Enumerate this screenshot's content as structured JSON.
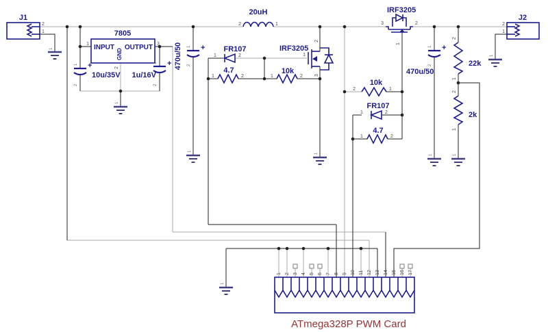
{
  "schematic_title": "ATmega328P PWM Card",
  "colors": {
    "component": "#1b1b8f",
    "wire_gray": "#a8a8a8",
    "wire_black": "#222222",
    "card_label": "#993333",
    "background": "#ffffff"
  },
  "connectors": {
    "j1": {
      "label": "J1",
      "pin2": "2",
      "pin1": "1"
    },
    "j2": {
      "label": "J2",
      "pin2": "2",
      "pin1": "1"
    }
  },
  "regulator": {
    "label": "7805",
    "input": "INPUT",
    "output": "OUTPUT",
    "gnd": "GND",
    "pin1": "1",
    "pin2": "2",
    "pin3": "3"
  },
  "inductor": {
    "label": "20uH",
    "pin1": "1",
    "pin2": "2"
  },
  "capacitors": {
    "c1": {
      "label": "10u/35V"
    },
    "c2": {
      "label": "1u/16V"
    },
    "c3": {
      "label": "470u/50"
    },
    "c4": {
      "label": "470u/50"
    },
    "plus": "+",
    "pin1": "1",
    "pin2": "2"
  },
  "diodes": {
    "d1": {
      "label": "FR107"
    },
    "d2": {
      "label": "FR107"
    },
    "pin1": "1",
    "pin2": "2"
  },
  "resistors": {
    "r1": {
      "label": "4.7"
    },
    "r2": {
      "label": "10k"
    },
    "r3": {
      "label": "10k"
    },
    "r4": {
      "label": "4.7"
    },
    "r5": {
      "label": "22k"
    },
    "r6": {
      "label": "2k"
    },
    "pin1": "1",
    "pin2": "2"
  },
  "mosfets": {
    "q1": {
      "label": "IRF3205"
    },
    "q2": {
      "label": "IRF3205"
    },
    "pin1": "1",
    "pin2": "2",
    "pin3": "3"
  },
  "card": {
    "label": "ATmega328P PWM Card",
    "pins": [
      "1",
      "2",
      "3",
      "4",
      "5",
      "6",
      "7",
      "8",
      "9",
      "10",
      "11",
      "12",
      "13",
      "14",
      "15",
      "16",
      "17"
    ]
  },
  "ground_pin": "1"
}
